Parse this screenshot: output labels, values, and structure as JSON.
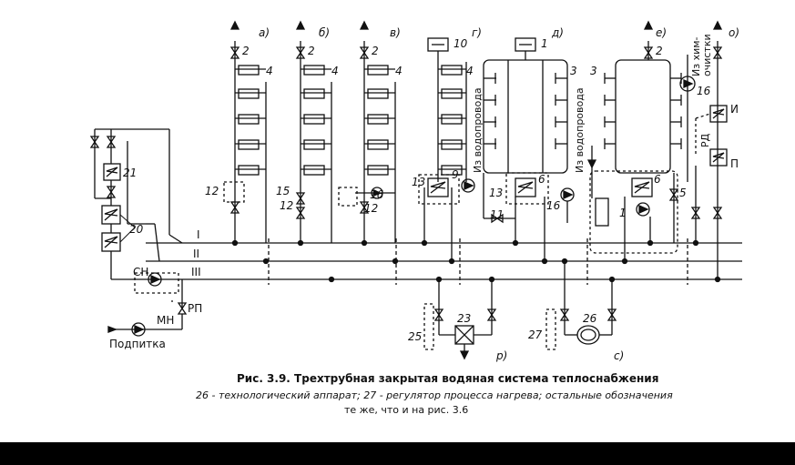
{
  "caption": {
    "title": "Рис. 3.9. Трехтрубная закрытая водяная система теплоснабжения",
    "line2": "26 - технологический аппарат; 27 - регулятор процесса нагрева; остальные обозначения",
    "line3": "те же, что и на рис. 3.6"
  },
  "section_letters": [
    "а)",
    "б)",
    "в)",
    "г)",
    "д)",
    "е)",
    "о)",
    "р)",
    "с)"
  ],
  "main_lines": [
    "I",
    "II",
    "III"
  ],
  "labels": {
    "sn": "СН",
    "rp": "РП",
    "mn": "МН",
    "podpitka": "Подпитка",
    "rd": "РД",
    "i": "И",
    "p": "П",
    "vodoprovod1": "Из водопровода",
    "vodoprovod2": "Из водопровода",
    "khim1": "Из хим-",
    "khim2": "очистки"
  },
  "numbers": {
    "n2": "2",
    "n4": "4",
    "n3": "3",
    "n1": "1",
    "n5": "5",
    "n6": "6",
    "n9": "9",
    "n10": "10",
    "n11": "11",
    "n12": "12",
    "n13": "13",
    "n15": "15",
    "n16": "16",
    "n20": "20",
    "n21": "21",
    "n23": "23",
    "n25": "25",
    "n26": "26",
    "n27": "27"
  },
  "colors": {
    "line": "#111111",
    "background": "#ffffff",
    "bar": "#000000"
  }
}
